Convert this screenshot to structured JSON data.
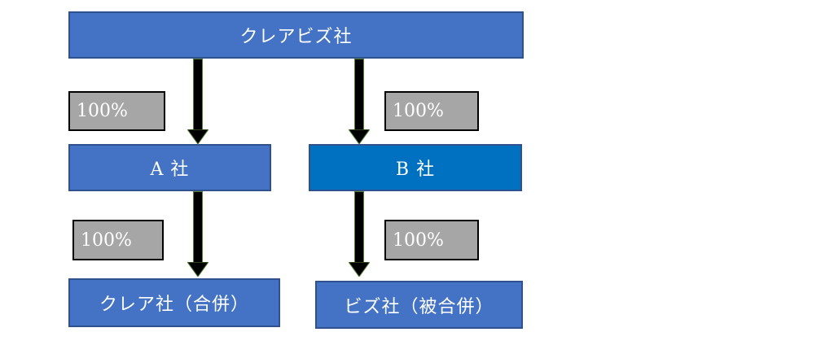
{
  "diagram": {
    "parent": "クレアビズ社",
    "company_a": "A 社",
    "company_b": "B 社",
    "merger_company": "クレア社（合併）",
    "merged_company": "ビズ社（被合併）",
    "ownership": {
      "parent_to_a": "100%",
      "parent_to_b": "100%",
      "a_to_merger": "100%",
      "b_to_merged": "100%"
    }
  }
}
